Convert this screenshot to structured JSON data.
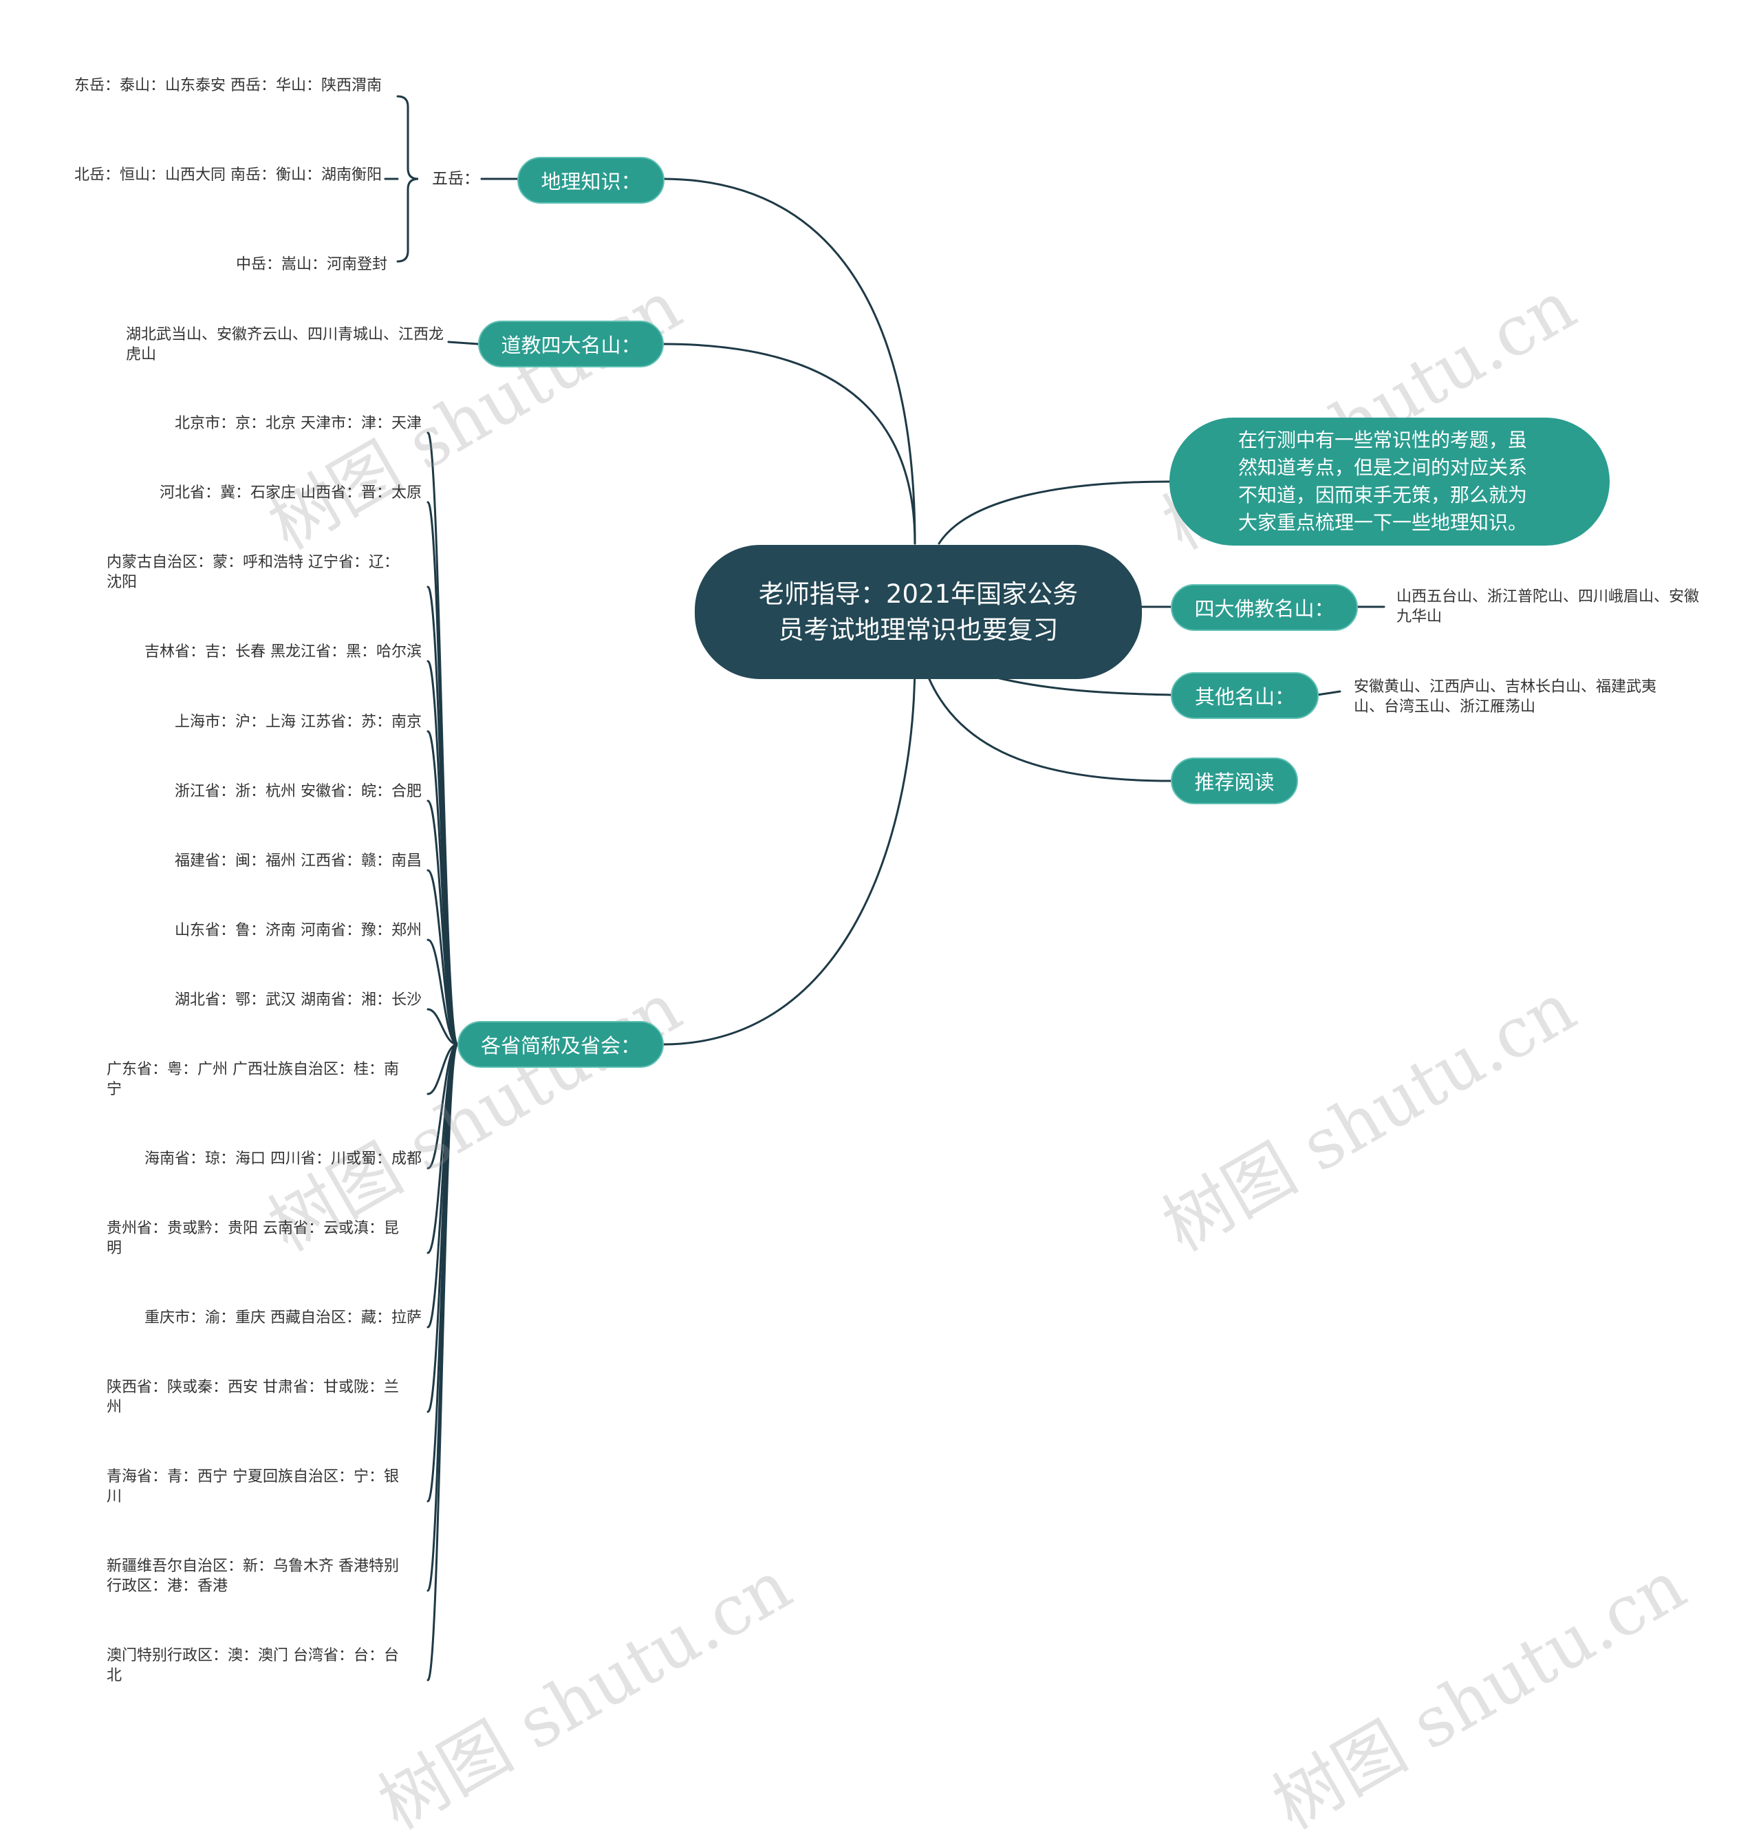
{
  "root": {
    "label": "老师指导：2021年国家公务员考试地理常识也要复习"
  },
  "note": {
    "text": "在行测中有一些常识性的考题，虽然知道考点，但是之间的对应关系不知道，因而束手无策，那么就为大家重点梳理一下一些地理知识。"
  },
  "branches": {
    "geo": {
      "label": "地理知识：",
      "sub": "五岳：",
      "leaves": [
        "东岳：泰山：山东泰安 西岳：华山：陕西渭南",
        "北岳：恒山：山西大同 南岳：衡山：湖南衡阳",
        "中岳：嵩山：河南登封"
      ]
    },
    "taoist": {
      "label": "道教四大名山：",
      "leaf": "湖北武当山、安徽齐云山、四川青城山、江西龙虎山"
    },
    "provinces": {
      "label": "各省简称及省会：",
      "leaves": [
        "北京市：京：北京 天津市：津：天津",
        "河北省：冀：石家庄 山西省：晋：太原",
        "内蒙古自治区：蒙：呼和浩特 辽宁省：辽：沈阳",
        "吉林省：吉：长春 黑龙江省：黑：哈尔滨",
        "上海市：沪：上海 江苏省：苏：南京",
        "浙江省：浙：杭州 安徽省：皖：合肥",
        "福建省：闽：福州 江西省：赣：南昌",
        "山东省：鲁：济南 河南省：豫：郑州",
        "湖北省：鄂：武汉 湖南省：湘：长沙",
        "广东省：粤：广州 广西壮族自治区：桂：南宁",
        "海南省：琼：海口 四川省：川或蜀：成都",
        "贵州省：贵或黔：贵阳 云南省：云或滇：昆明",
        "重庆市：渝：重庆 西藏自治区：藏：拉萨",
        "陕西省：陕或秦：西安 甘肃省：甘或陇：兰州",
        "青海省：青：西宁 宁夏回族自治区：宁：银川",
        "新疆维吾尔自治区：新：乌鲁木齐 香港特别行政区：港：香港",
        "澳门特别行政区：澳：澳门 台湾省：台：台北"
      ]
    },
    "buddhist": {
      "label": "四大佛教名山：",
      "leaf": "山西五台山、浙江普陀山、四川峨眉山、安徽九华山"
    },
    "other": {
      "label": "其他名山：",
      "leaf": "安徽黄山、江西庐山、吉林长白山、福建武夷山、台湾玉山、浙江雁荡山"
    },
    "reading": {
      "label": "推荐阅读"
    }
  },
  "watermark": "树图 shutu.cn",
  "colors": {
    "root_bg": "#244855",
    "node_bg": "#2a9d8f",
    "node_border": "#5fc0b3",
    "line": "#1e3a46",
    "leaf_text": "#333333"
  }
}
